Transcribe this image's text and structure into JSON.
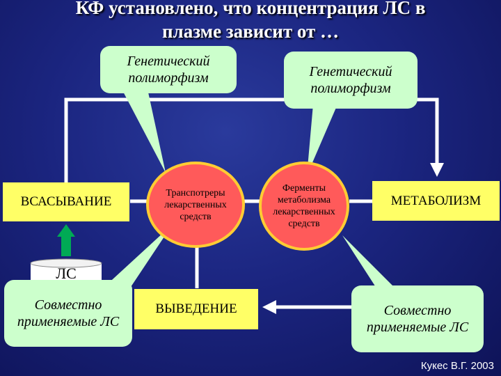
{
  "title_line1": "КФ установлено, что концентрация ЛС в",
  "title_line2": "плазме зависит от …",
  "callout_left": "Генетический полиморфизм",
  "callout_right": "Генетический полиморфизм",
  "box_absorption": "ВСАСЫВАНИЕ",
  "box_metabolism": "МЕТАБОЛИЗМ",
  "box_excretion": "ВЫВЕДЕНИЕ",
  "circle_transporters": "Транспотреры лекарственных средств",
  "circle_enzymes": "Ферменты метаболизма лекарственных средств",
  "cylinder_label": "ЛС",
  "callout_coadmin_left": "Совместно применяемые ЛС",
  "callout_coadmin_right": "Совместно применяемые ЛС",
  "author": "Кукес В.Г. 2003",
  "colors": {
    "background": "#1b2580",
    "box": "#ffff66",
    "callout": "#ccffcc",
    "circle_fill": "#ff5a5a",
    "circle_border": "#ffcc33",
    "arrow_green": "#00aa55"
  }
}
